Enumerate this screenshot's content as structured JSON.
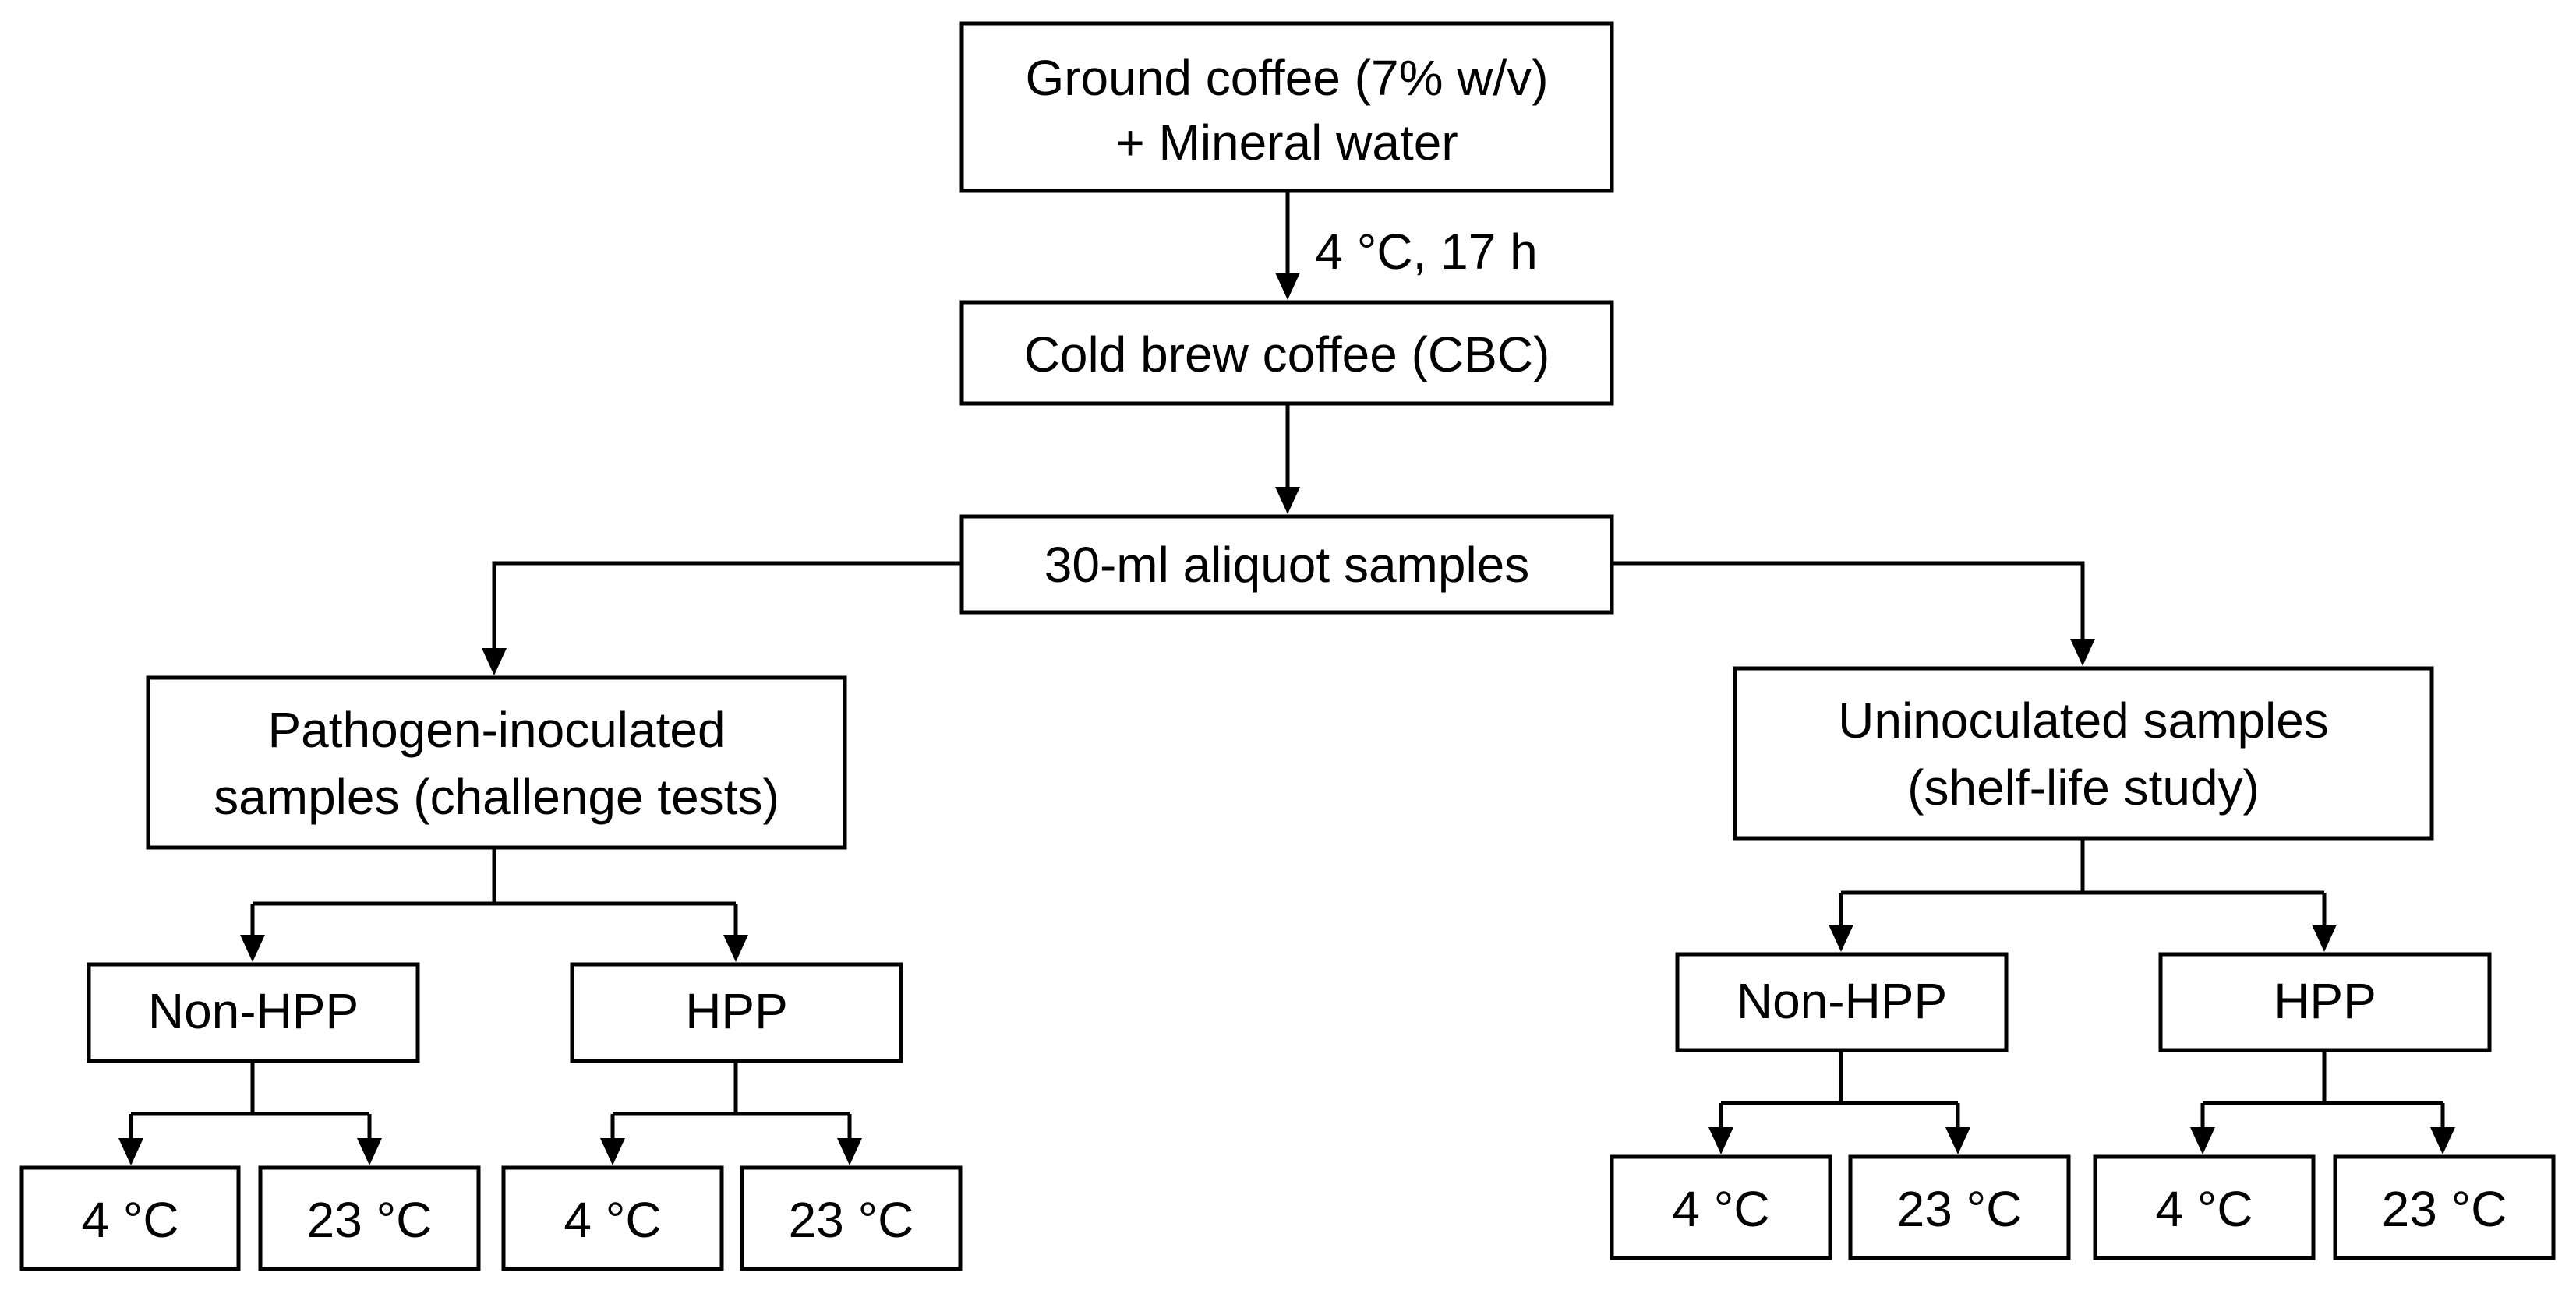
{
  "nodes": {
    "ground_coffee": [
      "Ground coffee (7% w/v)",
      "+ Mineral water"
    ],
    "cold_brew": [
      "Cold brew coffee (CBC)"
    ],
    "aliquot": [
      "30-ml aliquot samples"
    ],
    "inoculated": [
      "Pathogen-inoculated",
      "samples (challenge tests)"
    ],
    "uninoculated": [
      "Uninoculated samples",
      "(shelf-life study)"
    ],
    "inoc_non_hpp": [
      "Non-HPP"
    ],
    "inoc_hpp": [
      "HPP"
    ],
    "uninoc_non_hpp": [
      "Non-HPP"
    ],
    "uninoc_hpp": [
      "HPP"
    ],
    "inoc_non_hpp_4c": [
      "4 °C"
    ],
    "inoc_non_hpp_23c": [
      "23 °C"
    ],
    "inoc_hpp_4c": [
      "4 °C"
    ],
    "inoc_hpp_23c": [
      "23 °C"
    ],
    "uninoc_non_hpp_4c": [
      "4 °C"
    ],
    "uninoc_non_hpp_23c": [
      "23 °C"
    ],
    "uninoc_hpp_4c": [
      "4 °C"
    ],
    "uninoc_hpp_23c": [
      "23 °C"
    ]
  },
  "edge_labels": {
    "brew_condition": "4 °C, 17 h"
  }
}
